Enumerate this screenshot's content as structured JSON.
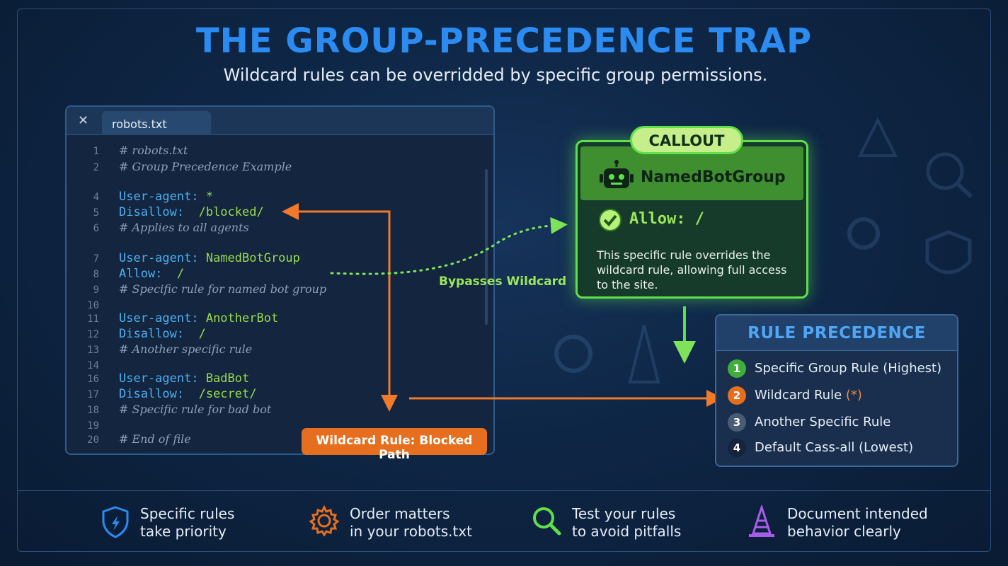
{
  "title": "THE GROUP-PRECEDENCE TRAP",
  "subtitle": "Wildcard rules can be overridded by specific group permissions.",
  "editor": {
    "tab_label": "robots.txt",
    "lines": [
      {
        "n": "1",
        "parts": [
          {
            "t": "# robots.txt",
            "c": "comment"
          }
        ]
      },
      {
        "n": "2",
        "parts": [
          {
            "t": "# Group Precedence Example",
            "c": "comment"
          }
        ]
      },
      {
        "n": "4",
        "parts": [
          {
            "t": "User-agent: ",
            "c": "kw"
          },
          {
            "t": "*",
            "c": "val"
          }
        ]
      },
      {
        "n": "5",
        "parts": [
          {
            "t": "Disallow:  ",
            "c": "kw"
          },
          {
            "t": "/blocked/",
            "c": "val"
          }
        ]
      },
      {
        "n": "6",
        "parts": [
          {
            "t": "# Applies to all agents",
            "c": "comment"
          }
        ]
      },
      {
        "n": "7",
        "parts": [
          {
            "t": "User-agent: ",
            "c": "kw"
          },
          {
            "t": "NamedBotGroup",
            "c": "val"
          }
        ]
      },
      {
        "n": "8",
        "parts": [
          {
            "t": "Allow:  ",
            "c": "kw"
          },
          {
            "t": "/",
            "c": "val"
          }
        ]
      },
      {
        "n": "9",
        "parts": [
          {
            "t": "# Specific rule for named bot group",
            "c": "comment"
          }
        ]
      },
      {
        "n": "10",
        "parts": []
      },
      {
        "n": "11",
        "parts": [
          {
            "t": "User-agent: ",
            "c": "kw"
          },
          {
            "t": "AnotherBot",
            "c": "val"
          }
        ]
      },
      {
        "n": "12",
        "parts": [
          {
            "t": "Disallow:  ",
            "c": "kw"
          },
          {
            "t": "/",
            "c": "val"
          }
        ]
      },
      {
        "n": "13",
        "parts": [
          {
            "t": "# Another specific rule",
            "c": "comment"
          }
        ]
      },
      {
        "n": "14",
        "parts": []
      },
      {
        "n": "16",
        "parts": [
          {
            "t": "User-agent: ",
            "c": "kw"
          },
          {
            "t": "BadBot",
            "c": "val"
          }
        ]
      },
      {
        "n": "17",
        "parts": [
          {
            "t": "Disallow:  ",
            "c": "kw"
          },
          {
            "t": "/secret/",
            "c": "val"
          }
        ]
      },
      {
        "n": "18",
        "parts": [
          {
            "t": "# Specific rule for bad bot",
            "c": "comment"
          }
        ]
      },
      {
        "n": "19",
        "parts": []
      },
      {
        "n": "20",
        "parts": [
          {
            "t": "# End of file",
            "c": "comment"
          }
        ]
      }
    ]
  },
  "wildcard_label": "Wildcard Rule: Blocked Path",
  "bypass_label": "Bypasses Wildcard",
  "callout": {
    "tag": "CALLOUT",
    "group_name": "NamedBotGroup",
    "allow_text": "Allow: /",
    "description": "This specific rule overrides the wildcard rule, allowing full access to the site."
  },
  "precedence": {
    "title": "RULE PRECEDENCE",
    "items": [
      {
        "num": "1",
        "label": "Specific Group Rule (Highest)",
        "color": "#3fae3a"
      },
      {
        "num": "2",
        "label": "Wildcard Rule ",
        "suffix": "(*)",
        "color": "#e66f1f"
      },
      {
        "num": "3",
        "label": "Another Specific Rule",
        "color": "#4a5c74"
      },
      {
        "num": "4",
        "label": "Default Cass-all (Lowest)",
        "color": "#16233a"
      }
    ]
  },
  "tips": [
    {
      "icon": "shield-icon",
      "line1": "Specific rules",
      "line2": "take priority"
    },
    {
      "icon": "gear-icon",
      "line1": "Order matters",
      "line2": "in your robots.txt"
    },
    {
      "icon": "magnifier-icon",
      "line1": "Test your rules",
      "line2": "to avoid pitfalls"
    },
    {
      "icon": "cone-icon",
      "line1": "Document intended",
      "line2": "behavior clearly"
    }
  ],
  "colors": {
    "accent_blue": "#2b8bf0",
    "green": "#5ee04a",
    "orange": "#e66f1f"
  }
}
